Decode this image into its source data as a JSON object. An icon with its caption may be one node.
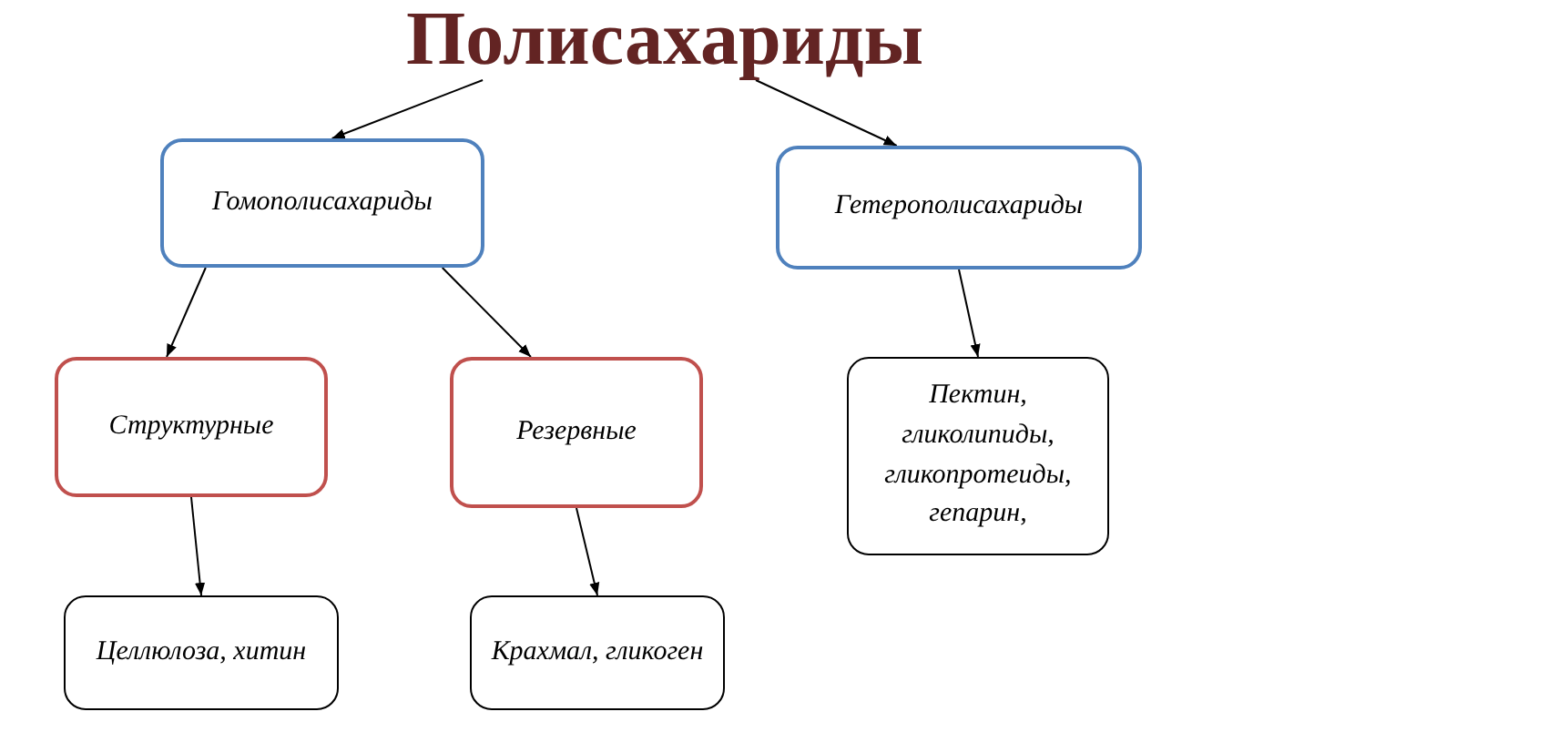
{
  "diagram": {
    "nodes": [
      {
        "text": [
          "Полисахариды"
        ]
      },
      {
        "text": [
          "Гомополисахариды"
        ]
      },
      {
        "text": [
          "Гетерополисахариды"
        ]
      },
      {
        "text": [
          "Структурные"
        ]
      },
      {
        "text": [
          "Резервные"
        ]
      },
      {
        "text": [
          "Пектин, гликолипиды, гликопротеиды, гепарин,"
        ]
      },
      {
        "text": [
          "Целлюлоза, хитин"
        ]
      },
      {
        "text": [
          "Крахмал, гликоген"
        ]
      }
    ],
    "edges": [
      {
        "from": 0,
        "to": 1,
        "arrow": "to"
      },
      {
        "from": 0,
        "to": 2,
        "arrow": "to"
      },
      {
        "from": 1,
        "to": 3,
        "arrow": "to"
      },
      {
        "from": 1,
        "to": 4,
        "arrow": "to"
      },
      {
        "from": 2,
        "to": 5,
        "arrow": "to"
      },
      {
        "from": 3,
        "to": 6,
        "arrow": "to"
      },
      {
        "from": 4,
        "to": 7,
        "arrow": "to"
      }
    ]
  }
}
